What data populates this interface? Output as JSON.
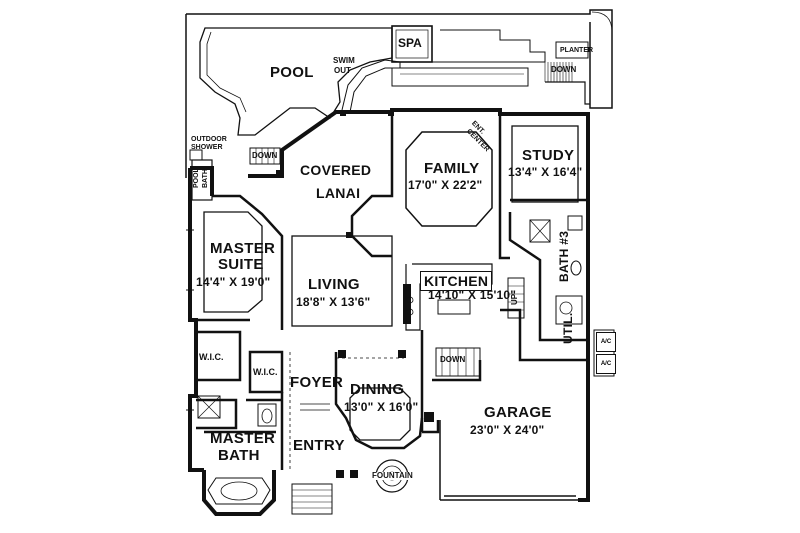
{
  "rooms": {
    "pool": "POOL",
    "spa": "SPA",
    "swim_out": [
      "SWIM",
      "OUT"
    ],
    "planter": "PLANTER",
    "down_top_right": "DOWN",
    "down_lanai": "DOWN",
    "outdoor_shower": [
      "OUTDOOR",
      "SHOWER"
    ],
    "pool_bath": [
      "POOL",
      "BATH"
    ],
    "covered_lanai": [
      "COVERED",
      "LANAI"
    ],
    "ent_center": [
      "ENT.",
      "CENTER"
    ],
    "family": {
      "name": "FAMILY",
      "size": "17'0\" X 22'2\""
    },
    "study": {
      "name": "STUDY",
      "size": "13'4\" X 16'4\""
    },
    "master_suite": {
      "name": [
        "MASTER",
        "SUITE"
      ],
      "size": "14'4\" X 19'0\""
    },
    "living": {
      "name": "LIVING",
      "size": "18'8\" X 13'6\""
    },
    "kitchen": {
      "name": "KITCHEN",
      "size": "14'10\" X 15'10\""
    },
    "bath3": "BATH #3",
    "up": "UP",
    "util": "UTIL.",
    "ac1": "A/C",
    "ac2": "A/C",
    "wic1": "W.I.C.",
    "wic2": "W.I.C.",
    "foyer": "FOYER",
    "dining": {
      "name": "DINING",
      "size": "13'0\" X 16'0\""
    },
    "down_garage": "DOWN",
    "garage": {
      "name": "GARAGE",
      "size": "23'0\" X 24'0\""
    },
    "master_bath": [
      "MASTER",
      "BATH"
    ],
    "entry": "ENTRY",
    "fountain": "FOUNTAIN"
  }
}
